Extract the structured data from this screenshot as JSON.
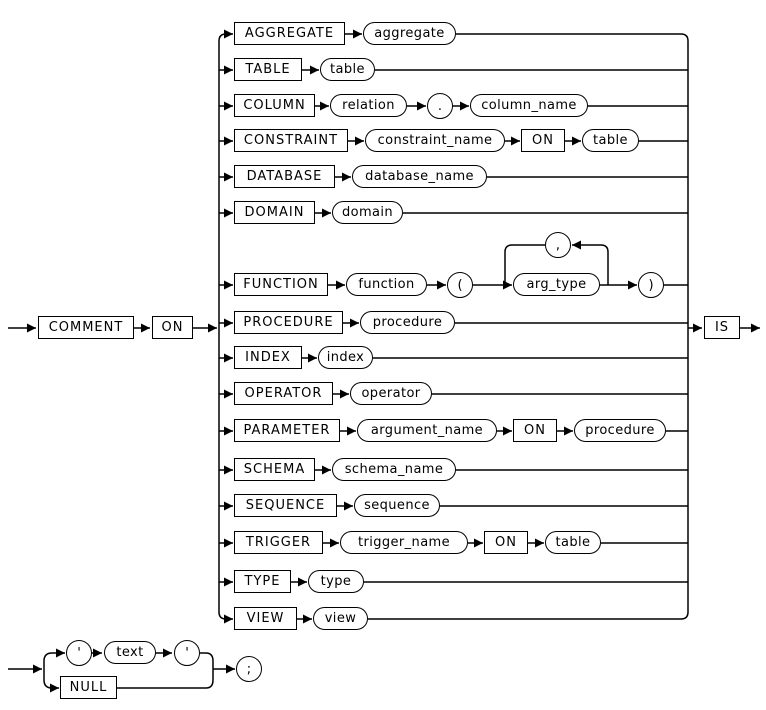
{
  "diagram": {
    "kind": "railroad-syntax-diagram",
    "statement": "COMMENT",
    "main_sequence": {
      "comment": "COMMENT",
      "on": "ON",
      "is": "IS"
    },
    "object_branches": [
      {
        "keyword": "AGGREGATE",
        "operands": [
          {
            "kind": "nonterminal",
            "label": "aggregate"
          }
        ]
      },
      {
        "keyword": "TABLE",
        "operands": [
          {
            "kind": "nonterminal",
            "label": "table"
          }
        ]
      },
      {
        "keyword": "COLUMN",
        "operands": [
          {
            "kind": "nonterminal",
            "label": "relation"
          },
          {
            "kind": "literal",
            "label": "."
          },
          {
            "kind": "nonterminal",
            "label": "column_name"
          }
        ]
      },
      {
        "keyword": "CONSTRAINT",
        "operands": [
          {
            "kind": "nonterminal",
            "label": "constraint_name"
          },
          {
            "kind": "keyword",
            "label": "ON"
          },
          {
            "kind": "nonterminal",
            "label": "table"
          }
        ]
      },
      {
        "keyword": "DATABASE",
        "operands": [
          {
            "kind": "nonterminal",
            "label": "database_name"
          }
        ]
      },
      {
        "keyword": "DOMAIN",
        "operands": [
          {
            "kind": "nonterminal",
            "label": "domain"
          }
        ]
      },
      {
        "keyword": "FUNCTION",
        "operands": [
          {
            "kind": "nonterminal",
            "label": "function"
          },
          {
            "kind": "literal",
            "label": "("
          },
          {
            "kind": "nonterminal",
            "label": "arg_type"
          },
          {
            "kind": "literal",
            "label": ")"
          }
        ],
        "loop_separator": ","
      },
      {
        "keyword": "PROCEDURE",
        "operands": [
          {
            "kind": "nonterminal",
            "label": "procedure"
          }
        ]
      },
      {
        "keyword": "INDEX",
        "operands": [
          {
            "kind": "nonterminal",
            "label": "index"
          }
        ]
      },
      {
        "keyword": "OPERATOR",
        "operands": [
          {
            "kind": "nonterminal",
            "label": "operator"
          }
        ]
      },
      {
        "keyword": "PARAMETER",
        "operands": [
          {
            "kind": "nonterminal",
            "label": "argument_name"
          },
          {
            "kind": "keyword",
            "label": "ON"
          },
          {
            "kind": "nonterminal",
            "label": "procedure"
          }
        ]
      },
      {
        "keyword": "SCHEMA",
        "operands": [
          {
            "kind": "nonterminal",
            "label": "schema_name"
          }
        ]
      },
      {
        "keyword": "SEQUENCE",
        "operands": [
          {
            "kind": "nonterminal",
            "label": "sequence"
          }
        ]
      },
      {
        "keyword": "TRIGGER",
        "operands": [
          {
            "kind": "nonterminal",
            "label": "trigger_name"
          },
          {
            "kind": "keyword",
            "label": "ON"
          },
          {
            "kind": "nonterminal",
            "label": "table"
          }
        ]
      },
      {
        "keyword": "TYPE",
        "operands": [
          {
            "kind": "nonterminal",
            "label": "type"
          }
        ]
      },
      {
        "keyword": "VIEW",
        "operands": [
          {
            "kind": "nonterminal",
            "label": "view"
          }
        ]
      }
    ],
    "value_clause": {
      "quote_open": "'",
      "text": "text",
      "quote_close": "'",
      "null_option": "NULL",
      "terminator": ";"
    },
    "colors": {
      "line": "#000000",
      "background": "#ffffff",
      "text": "#000000"
    }
  }
}
